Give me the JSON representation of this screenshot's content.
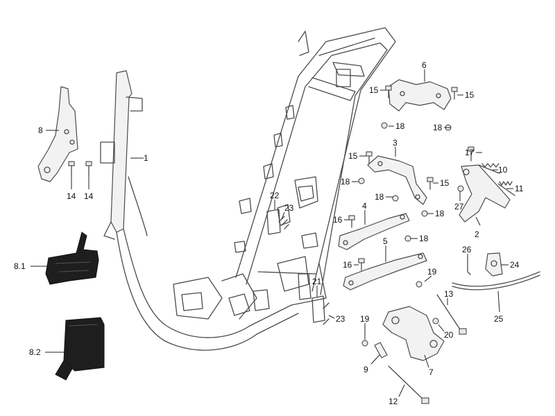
{
  "callouts": {
    "c1": "1",
    "c2": "2",
    "c3": "3",
    "c4": "4",
    "c5": "5",
    "c6": "6",
    "c7": "7",
    "c8": "8",
    "c8_1": "8.1",
    "c8_2": "8.2",
    "c9": "9",
    "c10": "10",
    "c11": "11",
    "c12": "12",
    "c13": "13",
    "c14a": "14",
    "c14b": "14",
    "c15a": "15",
    "c15b": "15",
    "c15c": "15",
    "c15d": "15",
    "c16a": "16",
    "c16b": "16",
    "c17": "17",
    "c18a": "18",
    "c18b": "18",
    "c18c": "18",
    "c18d": "18",
    "c18e": "18",
    "c18f": "18",
    "c19a": "19",
    "c19b": "19",
    "c20": "20",
    "c21": "21",
    "c22": "22",
    "c23a": "23",
    "c23b": "23",
    "c24": "24",
    "c25": "25",
    "c26": "26",
    "c27": "27"
  }
}
